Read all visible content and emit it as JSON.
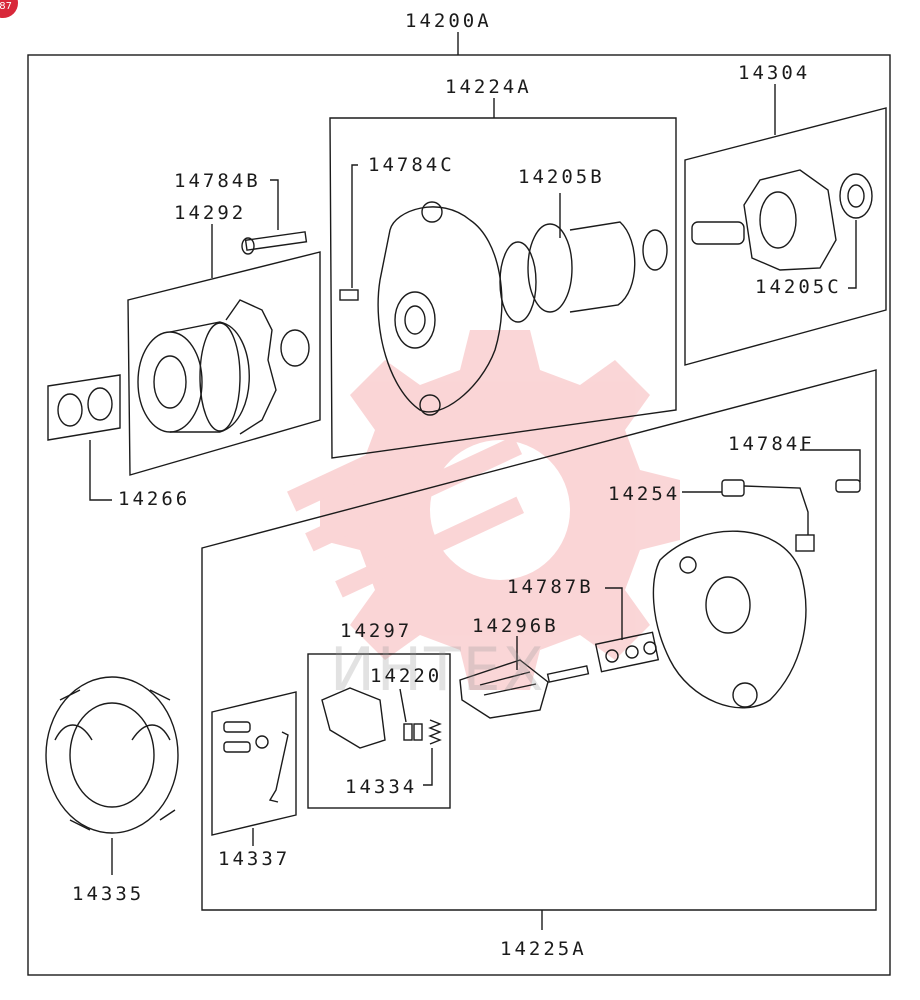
{
  "diagram": {
    "badge": "87",
    "watermark_text": "ИНТЕХ",
    "colors": {
      "line": "#1b1b1b",
      "watermark": "#f4a3a6",
      "badge": "#d8283a"
    },
    "labels": {
      "assembly": "14200A",
      "pulley_plate": "14224A",
      "rotor": "14304",
      "bolt_b": "14784B",
      "pulley": "14292",
      "screw_c": "14784C",
      "bearing_b": "14205B",
      "bearing_c": "14205C",
      "collar": "14266",
      "terminal_bolt": "14784F",
      "wire": "14254",
      "insulator": "14787B",
      "regulator": "14297",
      "rectifier": "14296B",
      "brush_holder": "14220",
      "spring": "14334",
      "plate_kit": "14337",
      "stator": "14335",
      "rear_frame": "14225A"
    }
  }
}
